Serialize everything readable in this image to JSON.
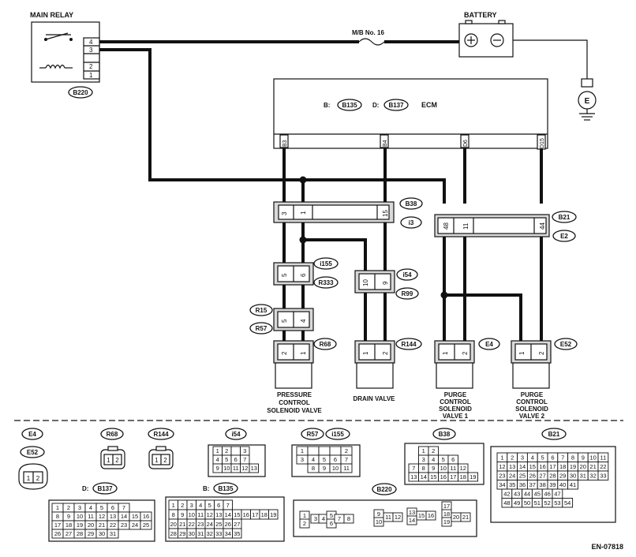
{
  "labels": {
    "main_relay": "MAIN RELAY",
    "battery": "BATTERY",
    "fuse": "M/B No. 16",
    "ecm": "ECM",
    "ecm_b_prefix": "B:",
    "ecm_d_prefix": "D:",
    "ground": "E",
    "figure_id": "EN-07818",
    "pcsv_line1": "PRESSURE",
    "pcsv_line2": "CONTROL",
    "pcsv_line3": "SOLENOID VALVE",
    "drain_valve": "DRAIN VALVE",
    "pcv1_line1": "PURGE",
    "pcv1_line2": "CONTROL",
    "pcv1_line3": "SOLENOID",
    "pcv1_line4": "VALVE 1",
    "pcv2_line1": "PURGE",
    "pcv2_line2": "CONTROL",
    "pcv2_line3": "SOLENOID",
    "pcv2_line4": "VALVE 2",
    "conn_d_prefix": "D:",
    "conn_b_prefix": "B:"
  },
  "connectors": {
    "B220": "B220",
    "B135": "B135",
    "B137": "B137",
    "B38": "B38",
    "i3": "i3",
    "B21": "B21",
    "E2": "E2",
    "i155": "i155",
    "R333": "R333",
    "i54": "i54",
    "R99": "R99",
    "R15": "R15",
    "R57": "R57",
    "R68": "R68",
    "R144": "R144",
    "E4": "E4",
    "E52": "E52"
  },
  "relay_pins": [
    "4",
    "3",
    "2",
    "1"
  ],
  "ecm_pins": [
    "B3",
    "B4",
    "D6",
    "D15"
  ],
  "pins": {
    "b38_3": "3",
    "b38_1": "1",
    "b38_15": "15",
    "b21_48": "48",
    "b21_11": "11",
    "b21_44": "44",
    "i155_5": "5",
    "i155_6": "6",
    "i54_10": "10",
    "i54_9": "9",
    "r15_5": "5",
    "r15_4": "4",
    "r68_2": "2",
    "r68_1": "1",
    "r144_1": "1",
    "r144_2": "2",
    "e4_1": "1",
    "e4_2": "2",
    "e52_1": "1",
    "e52_2": "2"
  },
  "legend": {
    "e4_label": "E4",
    "e52_label": "E52",
    "e4_pins": [
      "1",
      "2"
    ],
    "r68_label": "R68",
    "r68_pins": [
      "1",
      "2"
    ],
    "r144_label": "R144",
    "r144_pins": [
      "1",
      "2"
    ],
    "i54_label": "i54",
    "i54_rows": [
      [
        "1",
        "2",
        "",
        "3"
      ],
      [
        "4",
        "5",
        "6",
        "7"
      ],
      [
        "9",
        "10",
        "11",
        "12",
        "13"
      ]
    ],
    "r57_label": "R57",
    "i155_label": "i155",
    "r57_rows": [
      [
        "1",
        "",
        "",
        "",
        "2"
      ],
      [
        "3",
        "4",
        "5",
        "6",
        "7"
      ],
      [
        "8",
        "9",
        "10",
        "11"
      ]
    ],
    "b38_label": "B38",
    "b38_rows": [
      [
        "1",
        "2"
      ],
      [
        "3",
        "4",
        "5",
        "6"
      ],
      [
        "7",
        "8",
        "9",
        "10",
        "11",
        "12"
      ],
      [
        "13",
        "14",
        "15",
        "16",
        "17",
        "18",
        "19"
      ]
    ],
    "b21_label": "B21",
    "b21_rows": [
      [
        "1",
        "2",
        "3",
        "4",
        "5",
        "6",
        "7",
        "8",
        "9",
        "10",
        "11"
      ],
      [
        "12",
        "13",
        "14",
        "15",
        "16",
        "17",
        "18",
        "19",
        "20",
        "21",
        "22"
      ],
      [
        "23",
        "24",
        "25",
        "26",
        "27",
        "28",
        "29",
        "30",
        "31",
        "32",
        "33"
      ],
      [
        "34",
        "35",
        "36",
        "37",
        "38",
        "39",
        "40",
        "41"
      ],
      [
        "42",
        "43",
        "44",
        "45",
        "46",
        "47"
      ],
      [
        "48",
        "49",
        "50",
        "51",
        "52",
        "53",
        "54"
      ]
    ],
    "b137_label": "B137",
    "b137_rows": [
      [
        "1",
        "2",
        "3",
        "4",
        "5",
        "6",
        "7"
      ],
      [
        "8",
        "9",
        "10",
        "11",
        "12",
        "13",
        "14",
        "15",
        "16"
      ],
      [
        "17",
        "18",
        "19",
        "20",
        "21",
        "22",
        "23",
        "24",
        "25"
      ],
      [
        "26",
        "27",
        "28",
        "29",
        "30",
        "31"
      ]
    ],
    "b135_label": "B135",
    "b135_rows": [
      [
        "1",
        "2",
        "3",
        "4",
        "5",
        "6",
        "7"
      ],
      [
        "8",
        "9",
        "10",
        "11",
        "12",
        "13",
        "14",
        "15",
        "16",
        "17",
        "18",
        "19"
      ],
      [
        "20",
        "21",
        "22",
        "23",
        "24",
        "25",
        "26",
        "27"
      ],
      [
        "28",
        "29",
        "30",
        "31",
        "32",
        "33",
        "34",
        "35"
      ]
    ],
    "b220_label": "B220",
    "b220_pins": [
      "1",
      "2",
      "3",
      "4",
      "5",
      "6",
      "7",
      "8",
      "9",
      "10",
      "11",
      "12",
      "13",
      "14",
      "15",
      "16",
      "17",
      "18",
      "19",
      "20",
      "21"
    ]
  }
}
